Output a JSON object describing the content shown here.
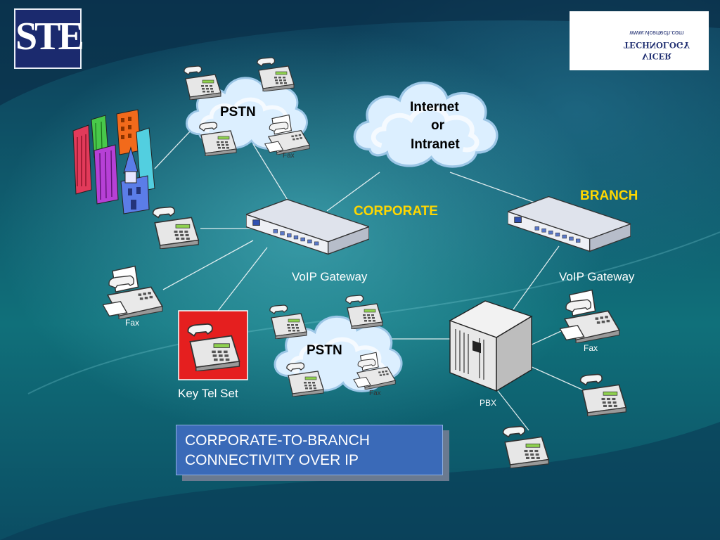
{
  "slide": {
    "caption_line1": "CORPORATE-TO-BRANCH",
    "caption_line2": "CONNECTIVITY OVER IP"
  },
  "logos": {
    "left_logo": "STE",
    "right_logo_name": "VICER TECHNOLOGY",
    "right_logo_url": "www.vicertech.com"
  },
  "labels": {
    "pstn_top": "PSTN",
    "pstn_bottom": "PSTN",
    "internet_line1": "Internet",
    "internet_line2": "or",
    "internet_line3": "Intranet",
    "corporate": "CORPORATE",
    "branch": "BRANCH",
    "voip_gateway_corporate": "VoIP Gateway",
    "voip_gateway_branch": "VoIP Gateway",
    "fax_left": "Fax",
    "fax_top_cloud": "Fax",
    "fax_bottom_cloud": "Fax",
    "fax_branch": "Fax",
    "key_tel_set": "Key Tel Set",
    "pbx": "PBX"
  },
  "colors": {
    "accent_label": "#ffd700",
    "caption_box": "#3a6ab8",
    "key_tel_set_box": "#e51f1f"
  }
}
